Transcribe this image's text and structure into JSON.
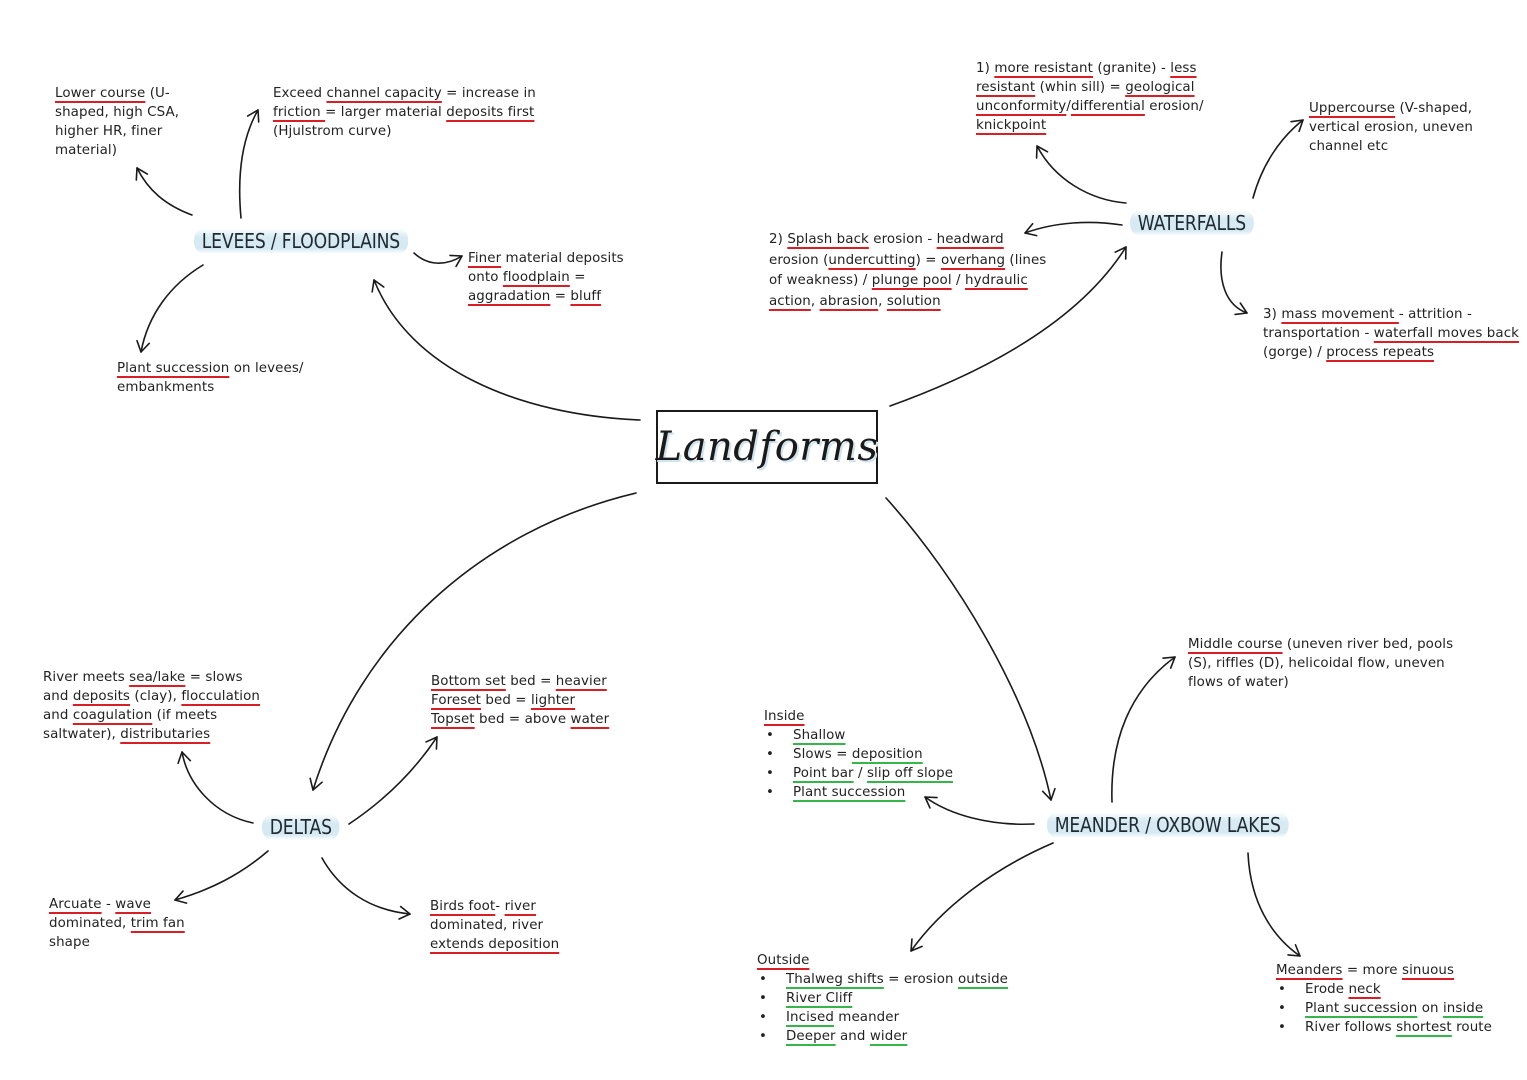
{
  "title": "Landforms",
  "colors": {
    "keyword_underline": "#d81f26",
    "inside_underline": "#35b54a",
    "heading_highlight": "#d5e9f2"
  },
  "headings": {
    "levees": "LEVEES / FLOODPLAINS",
    "waterfalls": "WATERFALLS",
    "deltas": "DELTAS",
    "meander": "MEANDER / OXBOW LAKES"
  },
  "levees": {
    "lower": [
      [
        {
          "t": "Lower course",
          "u": "r"
        },
        {
          "t": " (U-"
        }
      ],
      [
        {
          "t": "shaped, high CSA,"
        }
      ],
      [
        {
          "t": "higher HR, finer"
        }
      ],
      [
        {
          "t": "material)"
        }
      ]
    ],
    "exceed": [
      [
        {
          "t": "Exceed "
        },
        {
          "t": "channel capacity",
          "u": "r"
        },
        {
          "t": " = increase in"
        }
      ],
      [
        {
          "t": "friction ",
          "u": "r"
        },
        {
          "t": "= larger material "
        },
        {
          "t": "deposits first",
          "u": "r"
        }
      ],
      [
        {
          "t": "(Hjulstrom curve)"
        }
      ]
    ],
    "finer": [
      [
        {
          "t": "Finer",
          "u": "r"
        },
        {
          "t": " material deposits"
        }
      ],
      [
        {
          "t": "onto "
        },
        {
          "t": "floodplain",
          "u": "r"
        },
        {
          "t": " ="
        }
      ],
      [
        {
          "t": "aggradation",
          "u": "r"
        },
        {
          "t": " = "
        },
        {
          "t": "bluff",
          "u": "r"
        }
      ]
    ],
    "plant": [
      [
        {
          "t": "Plant succession",
          "u": "r"
        },
        {
          "t": " on levees/"
        }
      ],
      [
        {
          "t": "embankments"
        }
      ]
    ]
  },
  "waterfalls": {
    "resistant": [
      [
        {
          "t": "1) "
        },
        {
          "t": "more resistant",
          "u": "r"
        },
        {
          "t": " (granite) - "
        },
        {
          "t": "less",
          "u": "r"
        }
      ],
      [
        {
          "t": "resistant",
          "u": "r"
        },
        {
          "t": " (whin sill) = "
        },
        {
          "t": "geological",
          "u": "r"
        }
      ],
      [
        {
          "t": "unconformity",
          "u": "r"
        },
        {
          "t": "/"
        },
        {
          "t": "differential",
          "u": "r"
        },
        {
          "t": " erosion/"
        }
      ],
      [
        {
          "t": "knickpoint",
          "u": "r"
        }
      ]
    ],
    "upper": [
      [
        {
          "t": "Uppercourse",
          "u": "r"
        },
        {
          "t": " (V-shaped,"
        }
      ],
      [
        {
          "t": "vertical erosion, uneven"
        }
      ],
      [
        {
          "t": "channel etc"
        }
      ]
    ],
    "splash": [
      [
        {
          "t": "2) "
        },
        {
          "t": "Splash back",
          "u": "r"
        },
        {
          "t": " erosion - "
        },
        {
          "t": "headward",
          "u": "r"
        }
      ],
      [
        {
          "t": "erosion ("
        },
        {
          "t": "undercutting",
          "u": "r"
        },
        {
          "t": ") = "
        },
        {
          "t": "overhang",
          "u": "r"
        },
        {
          "t": " (lines"
        }
      ],
      [
        {
          "t": "of weakness) / "
        },
        {
          "t": "plunge pool",
          "u": "r"
        },
        {
          "t": " / "
        },
        {
          "t": "hydraulic",
          "u": "r"
        }
      ],
      [
        {
          "t": "action",
          "u": "r"
        },
        {
          "t": ", "
        },
        {
          "t": "abrasion",
          "u": "r"
        },
        {
          "t": ", "
        },
        {
          "t": "solution",
          "u": "r"
        }
      ]
    ],
    "mass": [
      [
        {
          "t": "3) "
        },
        {
          "t": "mass movement ",
          "u": "r"
        },
        {
          "t": " - attrition -"
        }
      ],
      [
        {
          "t": "transportation - "
        },
        {
          "t": "waterfall moves back",
          "u": "r"
        }
      ],
      [
        {
          "t": "(gorge) / "
        },
        {
          "t": "process repeats",
          "u": "r"
        }
      ]
    ]
  },
  "deltas": {
    "river": [
      [
        {
          "t": "River meets "
        },
        {
          "t": "sea/lake",
          "u": "r"
        },
        {
          "t": " = slows"
        }
      ],
      [
        {
          "t": "and "
        },
        {
          "t": "deposits",
          "u": "r"
        },
        {
          "t": " (clay), "
        },
        {
          "t": "flocculation",
          "u": "r"
        }
      ],
      [
        {
          "t": "and "
        },
        {
          "t": "coagulation",
          "u": "r"
        },
        {
          "t": " (if meets"
        }
      ],
      [
        {
          "t": "saltwater), "
        },
        {
          "t": "distributaries",
          "u": "r"
        }
      ]
    ],
    "beds": [
      [
        {
          "t": "Bottom set",
          "u": "r"
        },
        {
          "t": " bed = "
        },
        {
          "t": "heavier",
          "u": "r"
        }
      ],
      [
        {
          "t": "Foreset",
          "u": "r"
        },
        {
          "t": " bed = "
        },
        {
          "t": "lighter",
          "u": "r"
        }
      ],
      [
        {
          "t": "Topset",
          "u": "r"
        },
        {
          "t": " bed = above "
        },
        {
          "t": "water",
          "u": "r"
        }
      ]
    ],
    "arcuate": [
      [
        {
          "t": "Arcuate",
          "u": "r"
        },
        {
          "t": " - "
        },
        {
          "t": "wave",
          "u": "r"
        }
      ],
      [
        {
          "t": "dominated, "
        },
        {
          "t": "trim fan",
          "u": "r"
        }
      ],
      [
        {
          "t": "shape"
        }
      ]
    ],
    "birds": [
      [
        {
          "t": "Birds foot",
          "u": "r"
        },
        {
          "t": "- "
        },
        {
          "t": "river",
          "u": "r"
        }
      ],
      [
        {
          "t": "dominated, river"
        }
      ],
      [
        {
          "t": "extends deposition",
          "u": "r"
        }
      ]
    ]
  },
  "meander": {
    "middle": [
      [
        {
          "t": "Middle course",
          "u": "r"
        },
        {
          "t": " (uneven river bed, pools"
        }
      ],
      [
        {
          "t": "(S), riffles (D), helicoidal flow, uneven"
        }
      ],
      [
        {
          "t": "flows of water)"
        }
      ]
    ],
    "inside": {
      "title": [
        {
          "t": "Inside",
          "u": "r"
        }
      ],
      "items": [
        [
          {
            "t": "Shallow",
            "u": "g"
          }
        ],
        [
          {
            "t": "Slows = "
          },
          {
            "t": "deposition",
            "u": "g"
          }
        ],
        [
          {
            "t": "Point bar",
            "u": "g"
          },
          {
            "t": " / "
          },
          {
            "t": "slip off slope",
            "u": "g"
          }
        ],
        [
          {
            "t": "Plant succession",
            "u": "g"
          }
        ]
      ]
    },
    "outside": {
      "title": [
        {
          "t": "Outside",
          "u": "r"
        }
      ],
      "items": [
        [
          {
            "t": "Thalweg shifts",
            "u": "g"
          },
          {
            "t": " = erosion "
          },
          {
            "t": "outside",
            "u": "g"
          }
        ],
        [
          {
            "t": "River Cliff",
            "u": "g"
          }
        ],
        [
          {
            "t": "Incised",
            "u": "g"
          },
          {
            "t": " meander"
          }
        ],
        [
          {
            "t": "Deeper",
            "u": "g"
          },
          {
            "t": " and "
          },
          {
            "t": "wider",
            "u": "g"
          }
        ]
      ]
    },
    "meanders": {
      "title": [
        {
          "t": "Meanders",
          "u": "r"
        },
        {
          "t": " = more "
        },
        {
          "t": "sinuous",
          "u": "r"
        }
      ],
      "items": [
        [
          {
            "t": "Erode "
          },
          {
            "t": "neck",
            "u": "r"
          }
        ],
        [
          {
            "t": "Plant succession",
            "u": "g"
          },
          {
            "t": " on "
          },
          {
            "t": "inside",
            "u": "g"
          }
        ],
        [
          {
            "t": "River follows "
          },
          {
            "t": "shortest",
            "u": "g"
          },
          {
            "t": " route"
          }
        ]
      ]
    }
  }
}
